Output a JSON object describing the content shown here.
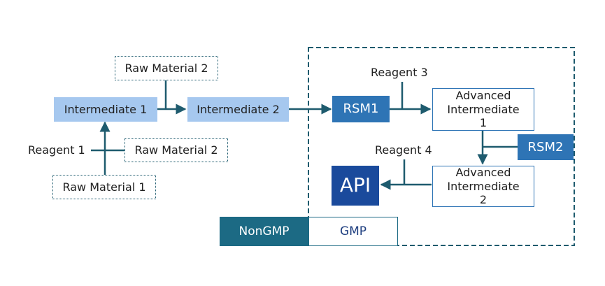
{
  "nodes": {
    "raw_material_2_top": "Raw Material 2",
    "intermediate_1": "Intermediate 1",
    "intermediate_2": "Intermediate 2",
    "raw_material_2_bottom": "Raw Material 2",
    "raw_material_1": "Raw Material 1",
    "rsm1": "RSM1",
    "advanced_intermediate_1": "Advanced Intermediate 1",
    "rsm2": "RSM2",
    "advanced_intermediate_2": "Advanced Intermediate 2",
    "api": "API"
  },
  "labels": {
    "reagent_1": "Reagent 1",
    "reagent_3": "Reagent 3",
    "reagent_4": "Reagent 4"
  },
  "legend": {
    "nongmp": "NonGMP",
    "gmp": "GMP"
  },
  "colors": {
    "line": "#1e5b6e",
    "light_box": "#a6c8ef",
    "mid_box": "#2e74b5",
    "dark_box": "#1a4a9c",
    "nongmp_fill": "#1c6a84"
  }
}
